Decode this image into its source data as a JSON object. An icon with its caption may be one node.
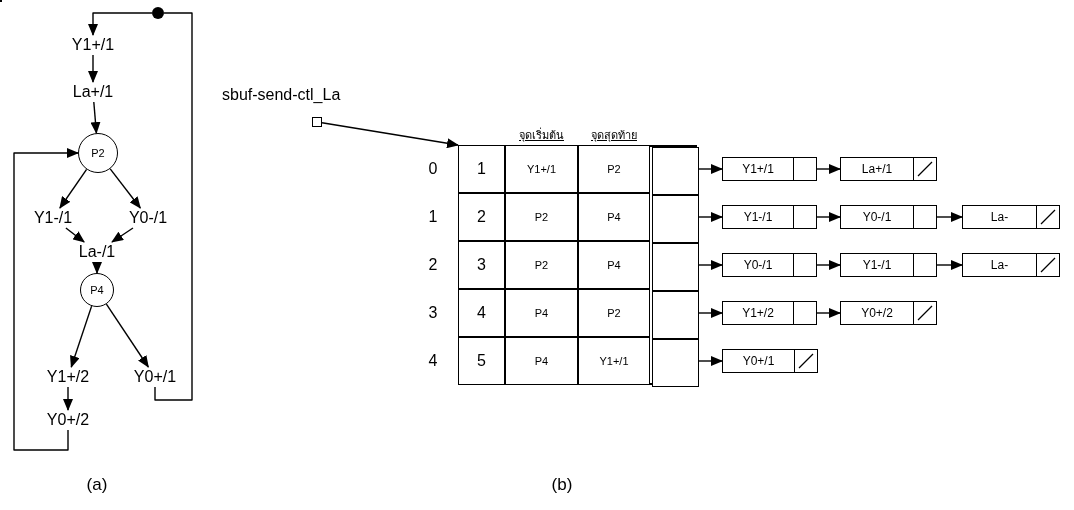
{
  "diagram": {
    "nodes": [
      {
        "text": [
          "Y1+/1"
        ]
      },
      {
        "text": [
          "La+/1"
        ]
      },
      {
        "text": [
          "P2"
        ]
      },
      {
        "text": [
          "Y1-/1"
        ]
      },
      {
        "text": [
          "Y0-/1"
        ]
      },
      {
        "text": [
          "La-/1"
        ]
      },
      {
        "text": [
          "P4"
        ]
      },
      {
        "text": [
          "Y1+/2"
        ]
      },
      {
        "text": [
          "Y0+/1"
        ]
      },
      {
        "text": [
          "Y0+/2"
        ]
      },
      {
        "text": [],
        "shape": "circle"
      },
      {
        "text": [],
        "shape": "box"
      },
      {
        "text": [],
        "shape": "box",
        "beside": [
          "sbuf-send-ctl_La"
        ]
      },
      {
        "text": [],
        "shape": "box"
      },
      {
        "text": [],
        "shape": "box",
        "in": 13
      },
      {
        "text": [],
        "shape": "box",
        "in": 13
      },
      {
        "text": [],
        "shape": "box",
        "in": 13
      },
      {
        "text": [],
        "shape": "box",
        "in": 13
      },
      {
        "text": [],
        "shape": "box",
        "in": 13
      },
      {
        "text": [
          "Y1+/1"
        ]
      },
      {
        "text": [
          "La+/1"
        ]
      },
      {
        "text": [
          "Y1-/1"
        ]
      },
      {
        "text": [
          "Y0-/1"
        ]
      },
      {
        "text": [
          "La-"
        ]
      },
      {
        "text": [
          "Y0-/1"
        ]
      },
      {
        "text": [
          "Y1-/1"
        ]
      },
      {
        "text": [
          "La-"
        ]
      },
      {
        "text": [
          "Y1+/2"
        ]
      },
      {
        "text": [
          "Y0+/2"
        ]
      },
      {
        "text": [
          "Y0+/1"
        ]
      }
    ],
    "edges": [
      {
        "from": 0,
        "to": 1,
        "arrow": "to"
      },
      {
        "from": 1,
        "to": 2,
        "arrow": "to"
      },
      {
        "from": 2,
        "to": 3,
        "arrow": "to"
      },
      {
        "from": 2,
        "to": 4,
        "arrow": "to"
      },
      {
        "from": 3,
        "to": 5,
        "arrow": "to"
      },
      {
        "from": 4,
        "to": 5,
        "arrow": "to"
      },
      {
        "from": 5,
        "to": 6,
        "arrow": "to"
      },
      {
        "from": 6,
        "to": 7,
        "arrow": "to"
      },
      {
        "from": 6,
        "to": 8,
        "arrow": "to"
      },
      {
        "from": 7,
        "to": 9,
        "arrow": "to"
      },
      {
        "from": 9,
        "to": 2,
        "arrow": "to"
      },
      {
        "from": 8,
        "to": 10,
        "arrow": "none"
      },
      {
        "from": 10,
        "to": 0,
        "arrow": "to"
      },
      {
        "from": 12,
        "to": 13,
        "arrow": "to"
      },
      {
        "from": 14,
        "to": 19,
        "arrow": "to"
      },
      {
        "from": 15,
        "to": 21,
        "arrow": "to"
      },
      {
        "from": 16,
        "to": 24,
        "arrow": "to"
      },
      {
        "from": 17,
        "to": 27,
        "arrow": "to"
      },
      {
        "from": 18,
        "to": 29,
        "arrow": "to"
      },
      {
        "from": 19,
        "to": 20,
        "arrow": "to"
      },
      {
        "from": 21,
        "to": 22,
        "arrow": "to"
      },
      {
        "from": 22,
        "to": 23,
        "arrow": "to"
      },
      {
        "from": 24,
        "to": 25,
        "arrow": "to"
      },
      {
        "from": 25,
        "to": 26,
        "arrow": "to"
      },
      {
        "from": 27,
        "to": 28,
        "arrow": "to"
      }
    ],
    "labels": [
      "จุดเริ่มต้น",
      "จุดสุดท้าย",
      "0",
      "1",
      "Y1+/1",
      "P2",
      "1",
      "2",
      "P2",
      "P4",
      "2",
      "3",
      "P2",
      "P4",
      "3",
      "4",
      "P4",
      "P2",
      "4",
      "5",
      "P4",
      "Y1+/1",
      "(a)",
      "(b)"
    ]
  }
}
